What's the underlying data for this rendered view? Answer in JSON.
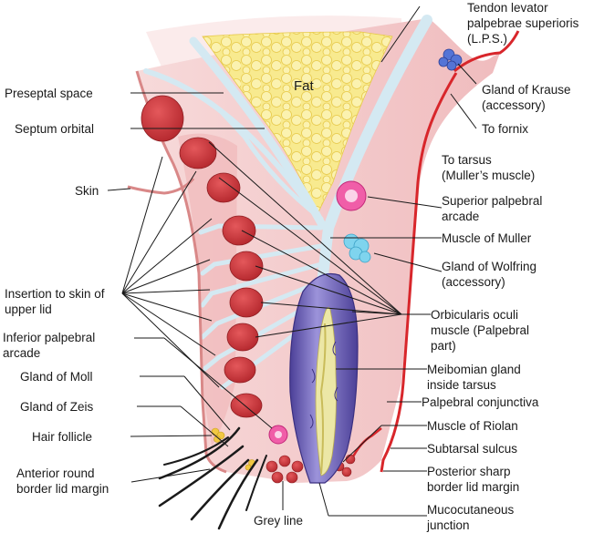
{
  "region_labels": {
    "fat": "Fat"
  },
  "labels_left": {
    "preseptal_space": "Preseptal space",
    "septum_orbital": "Septum orbital",
    "skin": "Skin",
    "insertion_line1": "Insertion to skin of",
    "insertion_line2": "upper lid",
    "inferior_arcade_line1": "Inferior palpebral",
    "inferior_arcade_line2": "arcade",
    "gland_moll": "Gland of Moll",
    "gland_zeis": "Gland of Zeis",
    "hair_follicle": "Hair follicle",
    "anterior_line1": "Anterior round",
    "anterior_line2": "border lid margin"
  },
  "labels_bottom": {
    "grey_line": "Grey line"
  },
  "labels_right": {
    "tendon_line1": "Tendon levator",
    "tendon_line2": "palpebrae superioris",
    "tendon_line3": "(L.P.S.)",
    "krause_line1": "Gland of Krause",
    "krause_line2": "(accessory)",
    "to_fornix": "To fornix",
    "to_tarsus_line1": "To tarsus",
    "to_tarsus_line2": "(Muller’s muscle)",
    "superior_arcade_line1": "Superior palpebral",
    "superior_arcade_line2": "arcade",
    "muscle_muller": "Muscle of Muller",
    "wolfring_line1": "Gland of Wolfring",
    "wolfring_line2": "(accessory)",
    "orbicularis_line1": "Orbicularis oculi",
    "orbicularis_line2": "muscle (Palpebral",
    "orbicularis_line3": "part)",
    "meibomian_line1": "Meibomian gland",
    "meibomian_line2": "inside tarsus",
    "palpebral_conjunctiva": "Palpebral conjunctiva",
    "muscle_riolan": "Muscle of Riolan",
    "subtarsal_sulcus": "Subtarsal sulcus",
    "posterior_line1": "Posterior sharp",
    "posterior_line2": "border lid margin",
    "mucocutaneous_line1": "Mucocutaneous",
    "mucocutaneous_line2": "junction"
  },
  "colors": {
    "tissue": "#f3c9c9",
    "tissue_dark": "#e9a9ab",
    "skin_edge": "#d98888",
    "fat": "#f7e68a",
    "septum": "#cfe6f0",
    "muscle": "#c8343a",
    "muscle_light": "#e2575a",
    "conjunctiva_line": "#d8262b",
    "tarsus": "#8a7fce",
    "tarsus_dark": "#4b3f97",
    "meibomian": "#ece7a6",
    "arcade": "#f05ea8",
    "gland_krause": "#5474d6",
    "gland_wolfring": "#7fd4ee",
    "zeis": "#f2c842",
    "hair": "#1a1a1a"
  }
}
